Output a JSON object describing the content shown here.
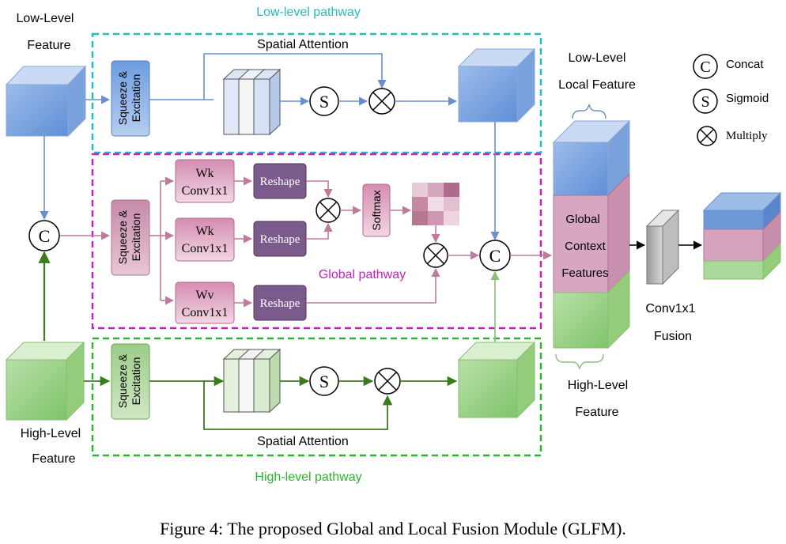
{
  "labels": {
    "low_level_feature_line1": "Low-Level",
    "low_level_feature_line2": "Feature",
    "high_level_feature_line1": "High-Level",
    "high_level_feature_line2": "Feature",
    "low_pathway": "Low-level pathway",
    "global_pathway": "Global pathway",
    "high_pathway": "High-level pathway",
    "spatial_attention_top": "Spatial Attention",
    "spatial_attention_bottom": "Spatial Attention",
    "se_line1": "Squeeze &",
    "se_line2": "Excitation",
    "wk1_line1": "Wk",
    "wk1_line2": "Conv1x1",
    "wk2_line1": "Wk",
    "wk2_line2": "Conv1x1",
    "wv_line1": "Wv",
    "wv_line2": "Conv1x1",
    "reshape": "Reshape",
    "softmax": "Softmax",
    "sigmoid_symbol": "S",
    "concat_symbol": "C",
    "low_local_line1": "Low-Level",
    "low_local_line2": "Local Feature",
    "global_ctx_line1": "Global",
    "global_ctx_line2": "Context",
    "global_ctx_line3": "Features",
    "high_right_line1": "High-Level",
    "high_right_line2": "Feature",
    "conv_line1": "Conv1x1",
    "conv_line2": "Fusion",
    "caption": "Figure 4: The proposed Global and Local Fusion Module (GLFM)."
  },
  "legend": {
    "concat_label": "Concat",
    "sigmoid_label": "Sigmoid",
    "multiply_label": "Multiply"
  },
  "colors": {
    "low_pathway": "#1fbfbf",
    "global_pathway": "#c41ec4",
    "high_pathway": "#2bb52b",
    "blue_arrow": "#6a8fd0",
    "pink_arrow": "#c07a9c",
    "green_arrow": "#3a7d1e",
    "blue_block": "#8fb1e3",
    "pink_block": "#d49fbc",
    "green_block": "#a8d598",
    "reshape": "#7b5a8c",
    "wk_block": "#dca5c1"
  }
}
